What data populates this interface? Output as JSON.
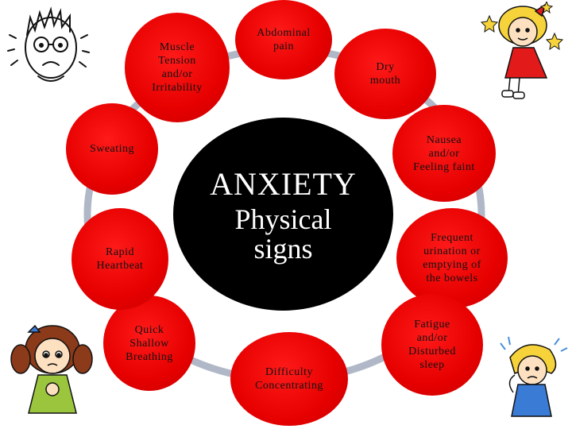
{
  "center": {
    "title": "ANXIETY",
    "subtitle": "Physical\nsigns"
  },
  "symptoms": [
    {
      "id": "abdominal-pain",
      "label": "Abdominal\npain"
    },
    {
      "id": "dry-mouth",
      "label": "Dry\nmouth"
    },
    {
      "id": "nausea",
      "label": "Nausea\nand/or\nFeeling faint"
    },
    {
      "id": "frequent-urination",
      "label": "Frequent\nurination or\nemptying of\nthe bowels"
    },
    {
      "id": "fatigue",
      "label": "Fatigue\nand/or\nDisturbed\nsleep"
    },
    {
      "id": "difficulty-concentrating",
      "label": "Difficulty\nConcentrating"
    },
    {
      "id": "quick-breathing",
      "label": "Quick\nShallow\nBreathing"
    },
    {
      "id": "rapid-heartbeat",
      "label": "Rapid\nHeartbeat"
    },
    {
      "id": "sweating",
      "label": "Sweating"
    },
    {
      "id": "muscle-tension",
      "label": "Muscle\nTension\nand/or\nIrritability"
    }
  ],
  "colors": {
    "node": "#e60000",
    "center": "#000000",
    "ring": "#b0b8c8"
  },
  "clipart": [
    "stressed-man-icon",
    "dizzy-girl-icon",
    "worried-girl-icon",
    "confused-girl-icon"
  ]
}
